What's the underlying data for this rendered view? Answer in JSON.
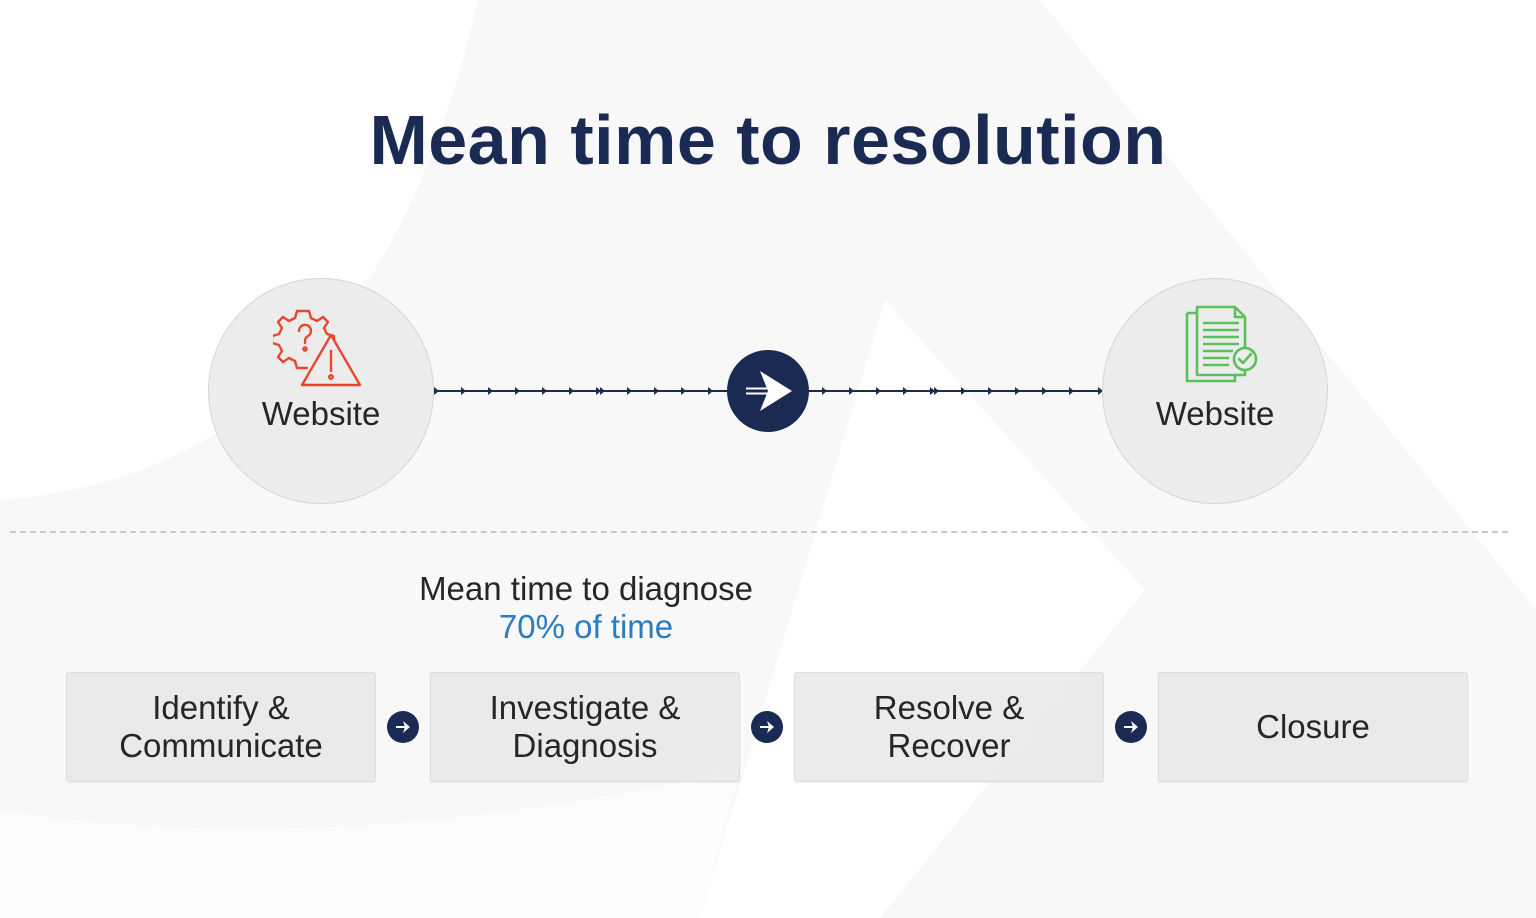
{
  "slide": {
    "title": "Mean time to resolution",
    "colors": {
      "title": "#1b2a52",
      "accent_navy": "#1b2a52",
      "highlight_blue": "#2a7bc0",
      "incident_icon": "#e8472b",
      "resolved_icon": "#5cc05a",
      "node_fill": "#ececec",
      "step_fill": "#e9e9e9"
    }
  },
  "flow": {
    "start_node": {
      "label": "Website",
      "icon": "gear-question-warning-icon"
    },
    "hub_icon": "paper-plane-arrow-icon",
    "end_node": {
      "label": "Website",
      "icon": "documents-checkmark-icon"
    }
  },
  "diagnose": {
    "label": "Mean time to diagnose",
    "share": "70% of time"
  },
  "steps": [
    {
      "label": "Identify &\nCommunicate"
    },
    {
      "label": "Investigate &\nDiagnosis"
    },
    {
      "label": "Resolve &\nRecover"
    },
    {
      "label": "Closure"
    }
  ],
  "step_connector_icon": "arrow-right-circle-icon"
}
